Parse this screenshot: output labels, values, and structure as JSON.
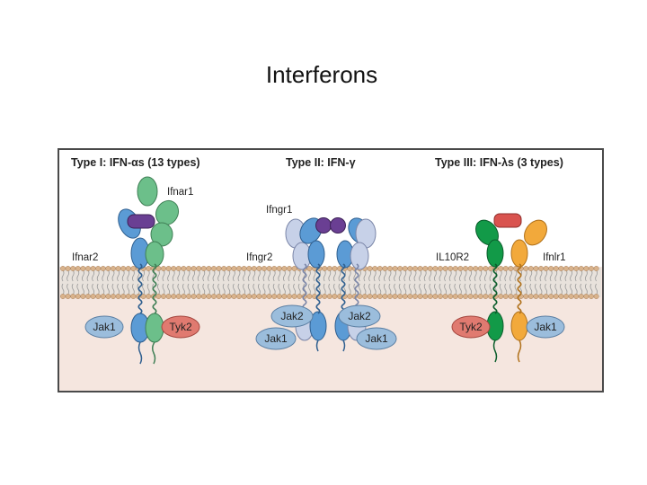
{
  "title": "Interferons",
  "diagram": {
    "colors": {
      "panel_bg": "#f5e6df",
      "panel_top": "#ffffff",
      "border": "#4a4a4a",
      "lipid_head": "#d9b38c",
      "lipid_tail": "#9a9a9a",
      "receptor_blue": "#5b9bd5",
      "receptor_green": "#6cbf8a",
      "receptor_lightblue": "#c7d1e8",
      "ligand_purple": "#6a3f93",
      "ligand_red": "#d9534f",
      "il10r2_green": "#129a48",
      "ifnlr1_orange": "#f2a93b",
      "jak_blue": "#9bbddc",
      "tyk_red": "#e07a70"
    },
    "types": [
      {
        "header": "Type I: IFN-αs (13 types)",
        "receptor_left": "Ifnar2",
        "receptor_right": "Ifnar1",
        "kinases": [
          "Jak1",
          "Tyk2"
        ]
      },
      {
        "header": "Type II: IFN-γ",
        "receptor_left": "Ifngr2",
        "receptor_right": "Ifngr1",
        "kinases": [
          "Jak2",
          "Jak1",
          "Jak2",
          "Jak1"
        ]
      },
      {
        "header": "Type III: IFN-λs (3 types)",
        "receptor_left": "IL10R2",
        "receptor_right": "Ifnlr1",
        "kinases": [
          "Tyk2",
          "Jak1"
        ]
      }
    ]
  }
}
